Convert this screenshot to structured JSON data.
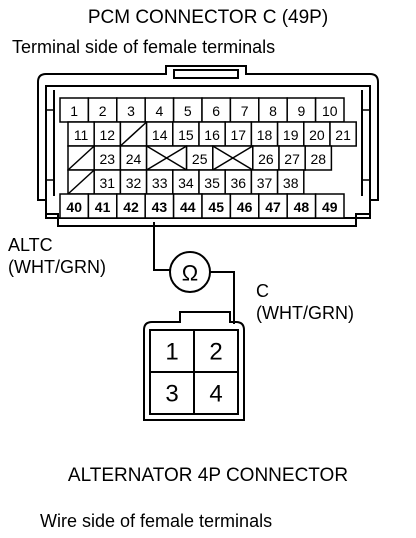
{
  "pcm_connector": {
    "title": "PCM CONNECTOR C (49P)",
    "subtitle": "Terminal side of female terminals",
    "rows": [
      [
        "1",
        "2",
        "3",
        "4",
        "5",
        "6",
        "7",
        "8",
        "9",
        "10"
      ],
      [
        "11",
        "12",
        "",
        "14",
        "15",
        "16",
        "17",
        "18",
        "19",
        "20",
        "21"
      ],
      [
        "",
        "23",
        "24",
        "",
        "25",
        "",
        "26",
        "27",
        "28"
      ],
      [
        "",
        "31",
        "32",
        "33",
        "34",
        "35",
        "36",
        "37",
        "38"
      ],
      [
        "40",
        "41",
        "42",
        "43",
        "44",
        "45",
        "46",
        "47",
        "48",
        "49"
      ]
    ]
  },
  "labels": {
    "altc_line1": "ALTC",
    "altc_line2": "(WHT/GRN)",
    "c_line1": "C",
    "c_line2": "(WHT/GRN)",
    "ohm_symbol": "Ω"
  },
  "alternator_connector": {
    "title": "ALTERNATOR 4P CONNECTOR",
    "subtitle": "Wire side of female terminals",
    "pins": [
      "1",
      "2",
      "3",
      "4"
    ]
  }
}
